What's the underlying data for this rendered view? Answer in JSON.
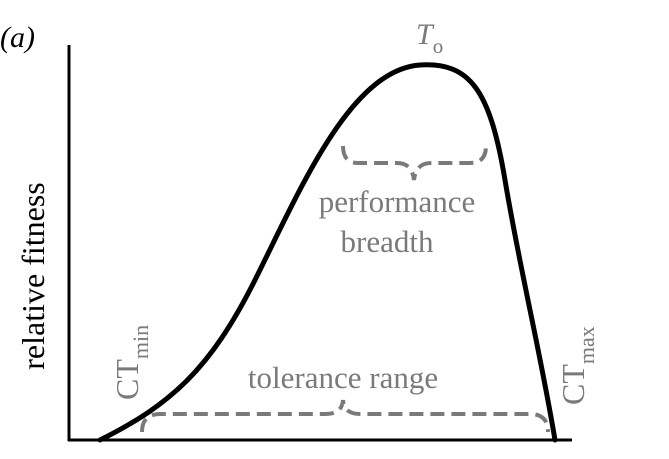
{
  "panel_label": "(a)",
  "y_axis_label": "relative fitness",
  "optimum_label": {
    "main": "T",
    "sub": "o"
  },
  "ct_min_label": {
    "main": "CT",
    "sub": "min"
  },
  "ct_max_label": {
    "main": "CT",
    "sub": "max"
  },
  "performance_breadth_label": [
    "performance",
    "breadth"
  ],
  "tolerance_range_label": "tolerance range",
  "colors": {
    "curve": "#000000",
    "axes": "#000000",
    "annotation": "#7a7a7a"
  }
}
